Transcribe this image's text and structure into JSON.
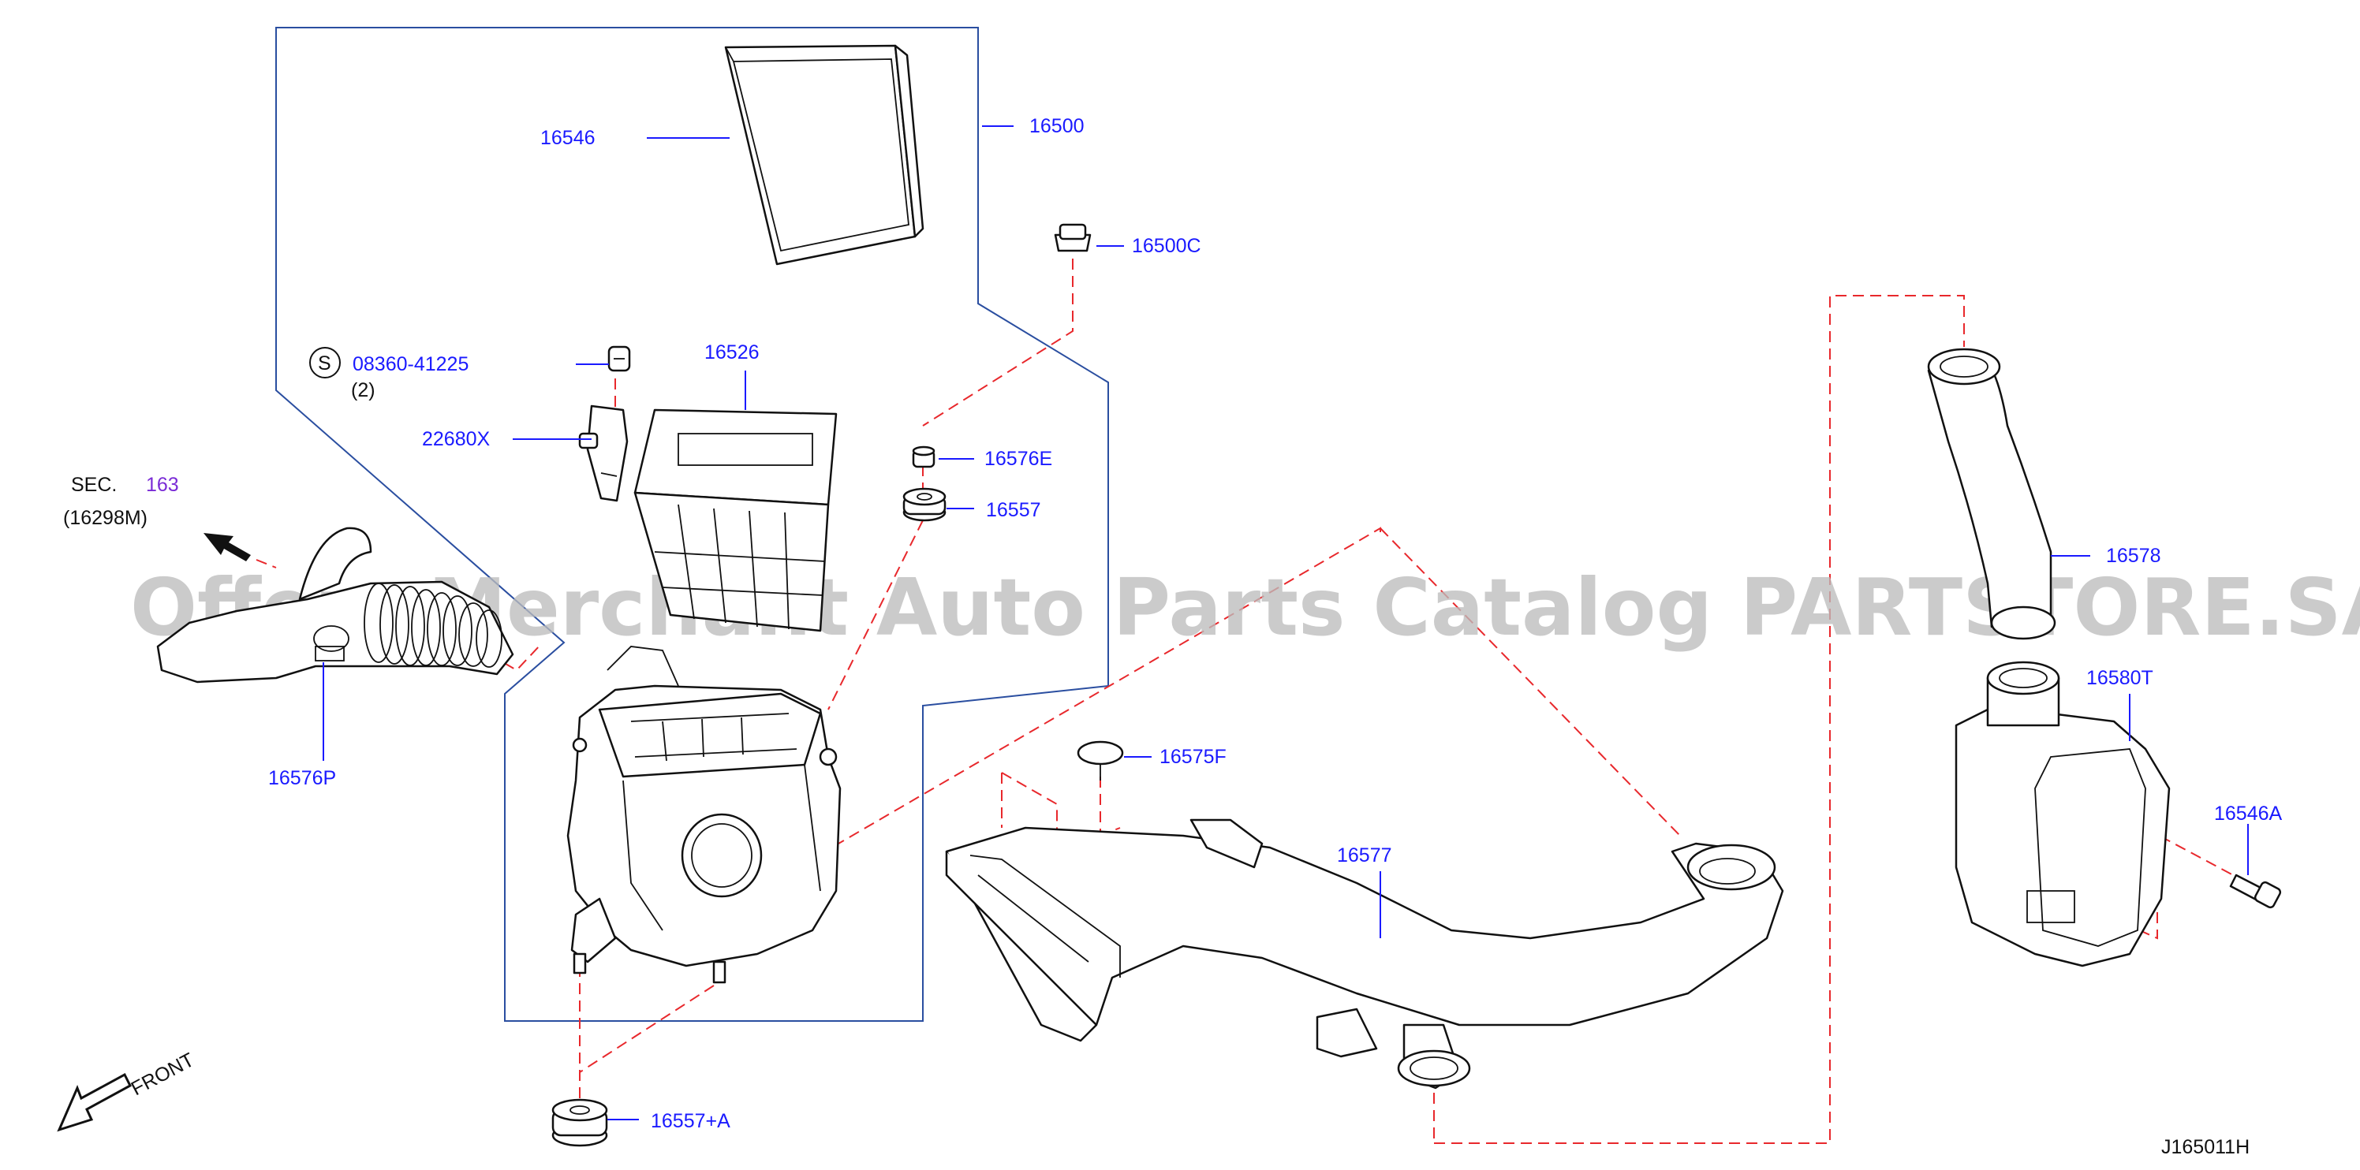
{
  "labels": {
    "p16546": "16546",
    "p16500": "16500",
    "p16500C": "16500C",
    "s_symbol": "S",
    "p08360": "08360-41225",
    "qty2": "(2)",
    "p16526": "16526",
    "p22680X": "22680X",
    "p16576E": "16576E",
    "p16557": "16557",
    "sec": "SEC.",
    "sec_num": "163",
    "sec_ref": "(16298M)",
    "p16576P": "16576P",
    "p16575F": "16575F",
    "p16577": "16577",
    "p16578": "16578",
    "p16580T": "16580T",
    "p16546A": "16546A",
    "p16557A": "16557+A",
    "front": "FRONT",
    "diagram_code": "J165011H"
  },
  "watermark": "Offers Merchant Auto Parts Catalog PARTSTORE.SA",
  "colors": {
    "label": "#1a1aff",
    "leader": "#1a1aff",
    "dashed_guide": "#e8282c",
    "group_outline": "#2a4ea0",
    "section_number": "#7a2bd6",
    "watermark": "#bdbdbd"
  }
}
